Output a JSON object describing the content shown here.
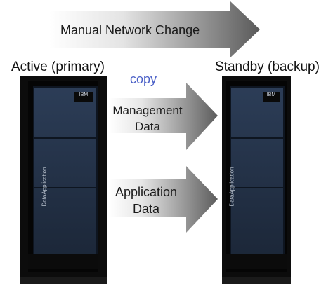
{
  "diagram": {
    "top_arrow_label": "Manual Network Change",
    "copy_label": "copy",
    "management_arrow": {
      "line1": "Management",
      "line2": "Data"
    },
    "application_arrow": {
      "line1": "Application",
      "line2": "Data"
    }
  },
  "active_rack": {
    "title": "Active (primary)",
    "brand_text": "DataApplication",
    "logo_text": "IBM"
  },
  "standby_rack": {
    "title": "Standby (backup)",
    "brand_text": "DataApplication",
    "logo_text": "IBM"
  },
  "colors": {
    "arrow_dark": "#5e5e5e",
    "arrow_light": "#ffffff",
    "rack_frame": "#0c0c0c",
    "panel": "#23324a",
    "copy_text": "#4a5fc7"
  }
}
